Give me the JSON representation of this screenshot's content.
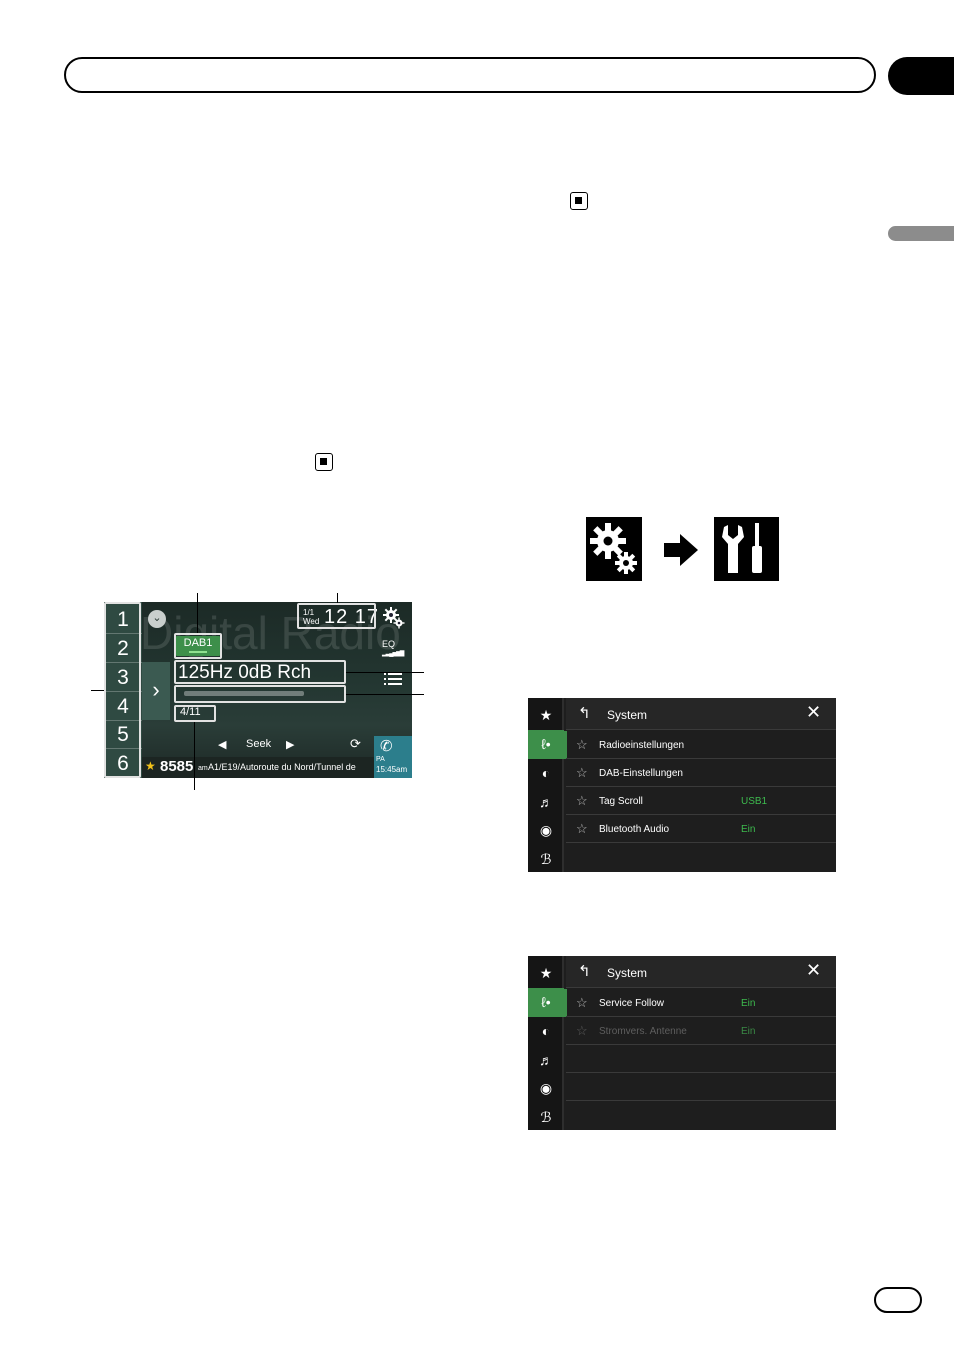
{
  "radio_screen": {
    "watermark": "Digital Radio",
    "presets": [
      "1",
      "2",
      "3",
      "4",
      "5",
      "6"
    ],
    "band": "DAB1",
    "date_top": "1/1",
    "date_day": "Wed",
    "time": "12 17",
    "eq_label": "EQ",
    "station_text": "125Hz 0dB Rch",
    "service_count": "4/11",
    "seek_label": "Seek",
    "preset_frequency": "8585",
    "frequency_unit": "am",
    "rds_text": "A1/E19/Autoroute du Nord/Tunnel de",
    "phone_time_label": "PA",
    "phone_time": "15:45am"
  },
  "menu_1": {
    "title": "System",
    "items": [
      {
        "label": "Radioeinstellungen",
        "value": ""
      },
      {
        "label": "DAB-Einstellungen",
        "value": ""
      },
      {
        "label": "Tag Scroll",
        "value": "USB1"
      },
      {
        "label": "Bluetooth Audio",
        "value": "Ein"
      }
    ]
  },
  "menu_2": {
    "title": "System",
    "items": [
      {
        "label": "Service Follow",
        "value": "Ein"
      },
      {
        "label": "Stromvers. Antenne",
        "value": "Ein"
      }
    ]
  },
  "icons": {
    "settings": "gear-icon",
    "arrow": "arrow-right-icon",
    "system": "tools-icon"
  },
  "colors": {
    "accent_green": "#3d8f4a",
    "value_green": "#3dba4e"
  }
}
